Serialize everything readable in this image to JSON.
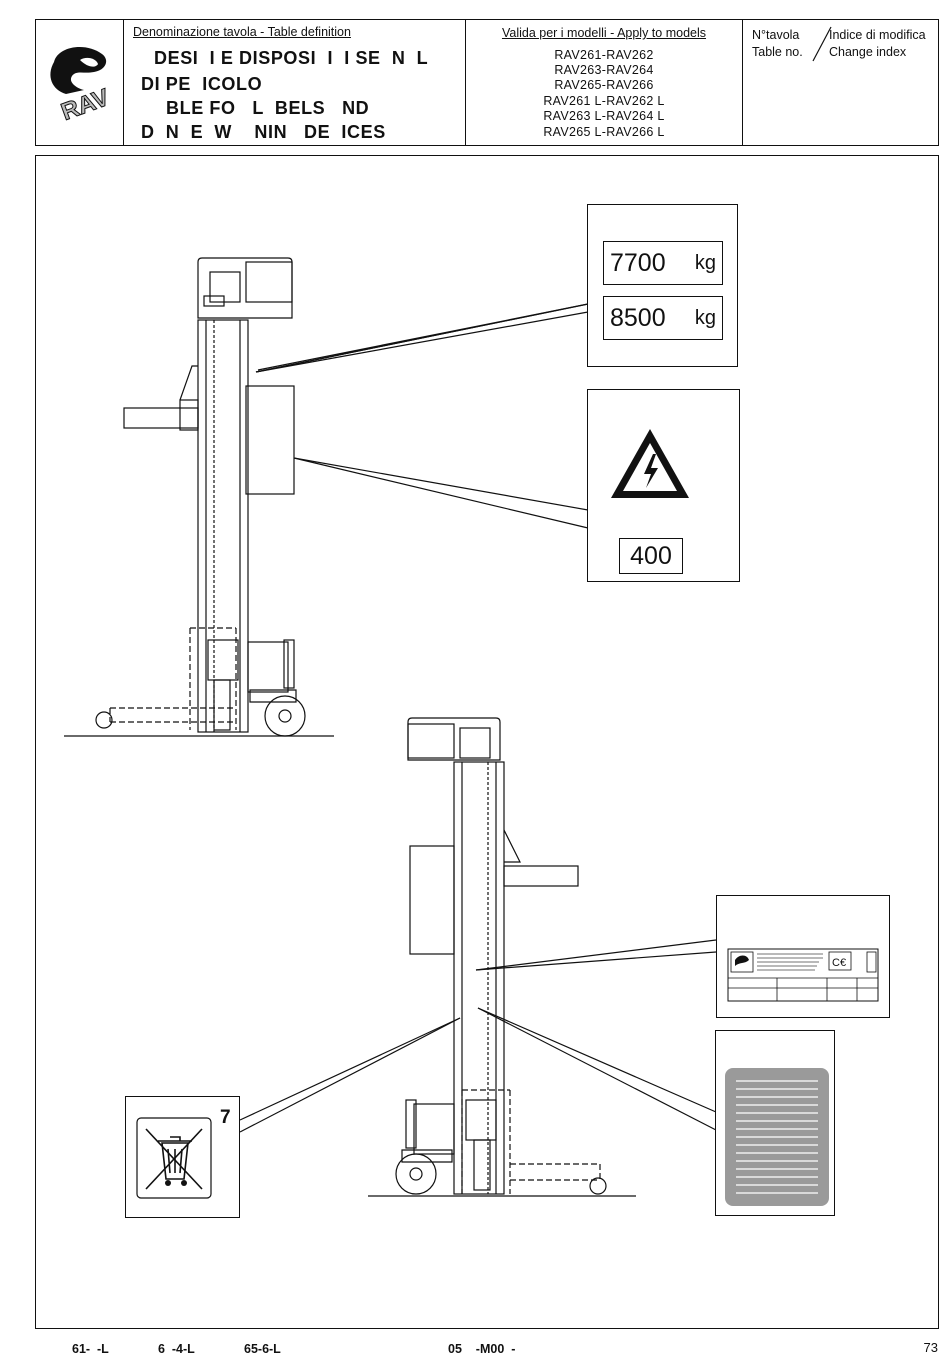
{
  "header": {
    "definition_label": "Denominazione tavola - Table definition",
    "title_lines": [
      "DESI  I E DISPOSI  I  I SE  N  L",
      "DI PE  ICOLO",
      "BLE FO   L  BELS   ND",
      "D  N  E  W    NIN   DE  ICES"
    ],
    "models_label": "Valida per i modelli - Apply to models",
    "models": [
      "RAV261-RAV262",
      "RAV263-RAV264",
      "RAV265-RAV266",
      "RAV261 L-RAV262 L",
      "RAV263 L-RAV264 L",
      "RAV265 L-RAV266 L"
    ],
    "table_no_label_it": "N°tavola",
    "table_no_label_en": "Table no.",
    "change_index_label_it": "Indice di modifica",
    "change_index_label_en": "Change index",
    "logo_text": "RAV"
  },
  "labels": {
    "capacity_values": [
      "7700",
      "8500"
    ],
    "capacity_unit": "kg",
    "voltage_value": "400",
    "weee_number": "7"
  },
  "footer": {
    "codes": [
      "61-  -L",
      "6  -4-L",
      "65-6-L"
    ],
    "doc_code": "05    -M00  -",
    "page_number": "73"
  },
  "colors": {
    "line": "#111111",
    "manual_plate_fill": "#9a9a9a",
    "manual_plate_stripe": "#ffffff"
  },
  "icons": {
    "warning": "electric-hazard-triangle-icon",
    "weee": "crossed-out-wheeled-bin-icon",
    "logo": "rav-logo-icon"
  }
}
